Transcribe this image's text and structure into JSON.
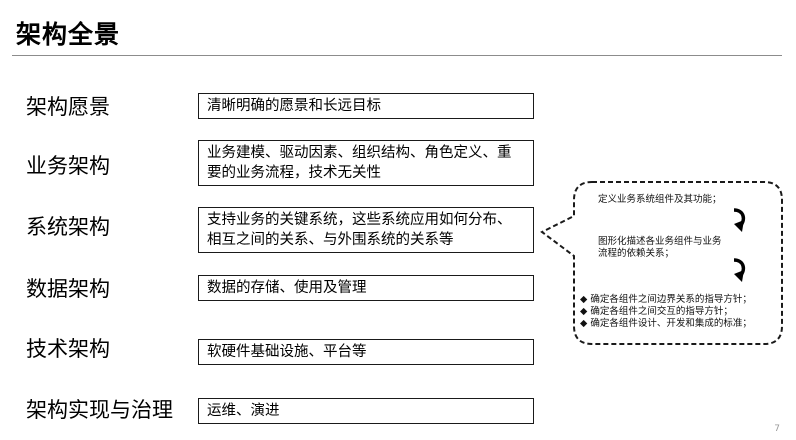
{
  "slide": {
    "title": "架构全景",
    "page_number": "7"
  },
  "rows": [
    {
      "label": "架构愿景",
      "desc": "清晰明确的愿景和长远目标"
    },
    {
      "label": "业务架构",
      "desc": "业务建模、驱动因素、组织结构、角色定义、重要的业务流程，技术无关性"
    },
    {
      "label": "系统架构",
      "desc": "支持业务的关键系统，这些系统应用如何分布、相互之间的关系、与外围系统的关系等"
    },
    {
      "label": "数据架构",
      "desc": "数据的存储、使用及管理"
    },
    {
      "label": "技术架构",
      "desc": "软硬件基础设施、平台等"
    },
    {
      "label": "架构实现与治理",
      "desc": "运维、演进"
    }
  ],
  "callout": {
    "step1": "定义业务系统组件及其功能；",
    "step2": "图形化描述各业务组件与业务流程的依赖关系；",
    "bullets": [
      "◆ 确定各组件之间边界关系的指导方针；",
      "◆ 确定各组件之间交互的指导方针；",
      "◆ 确定各组件设计、开发和集成的标准；"
    ]
  }
}
